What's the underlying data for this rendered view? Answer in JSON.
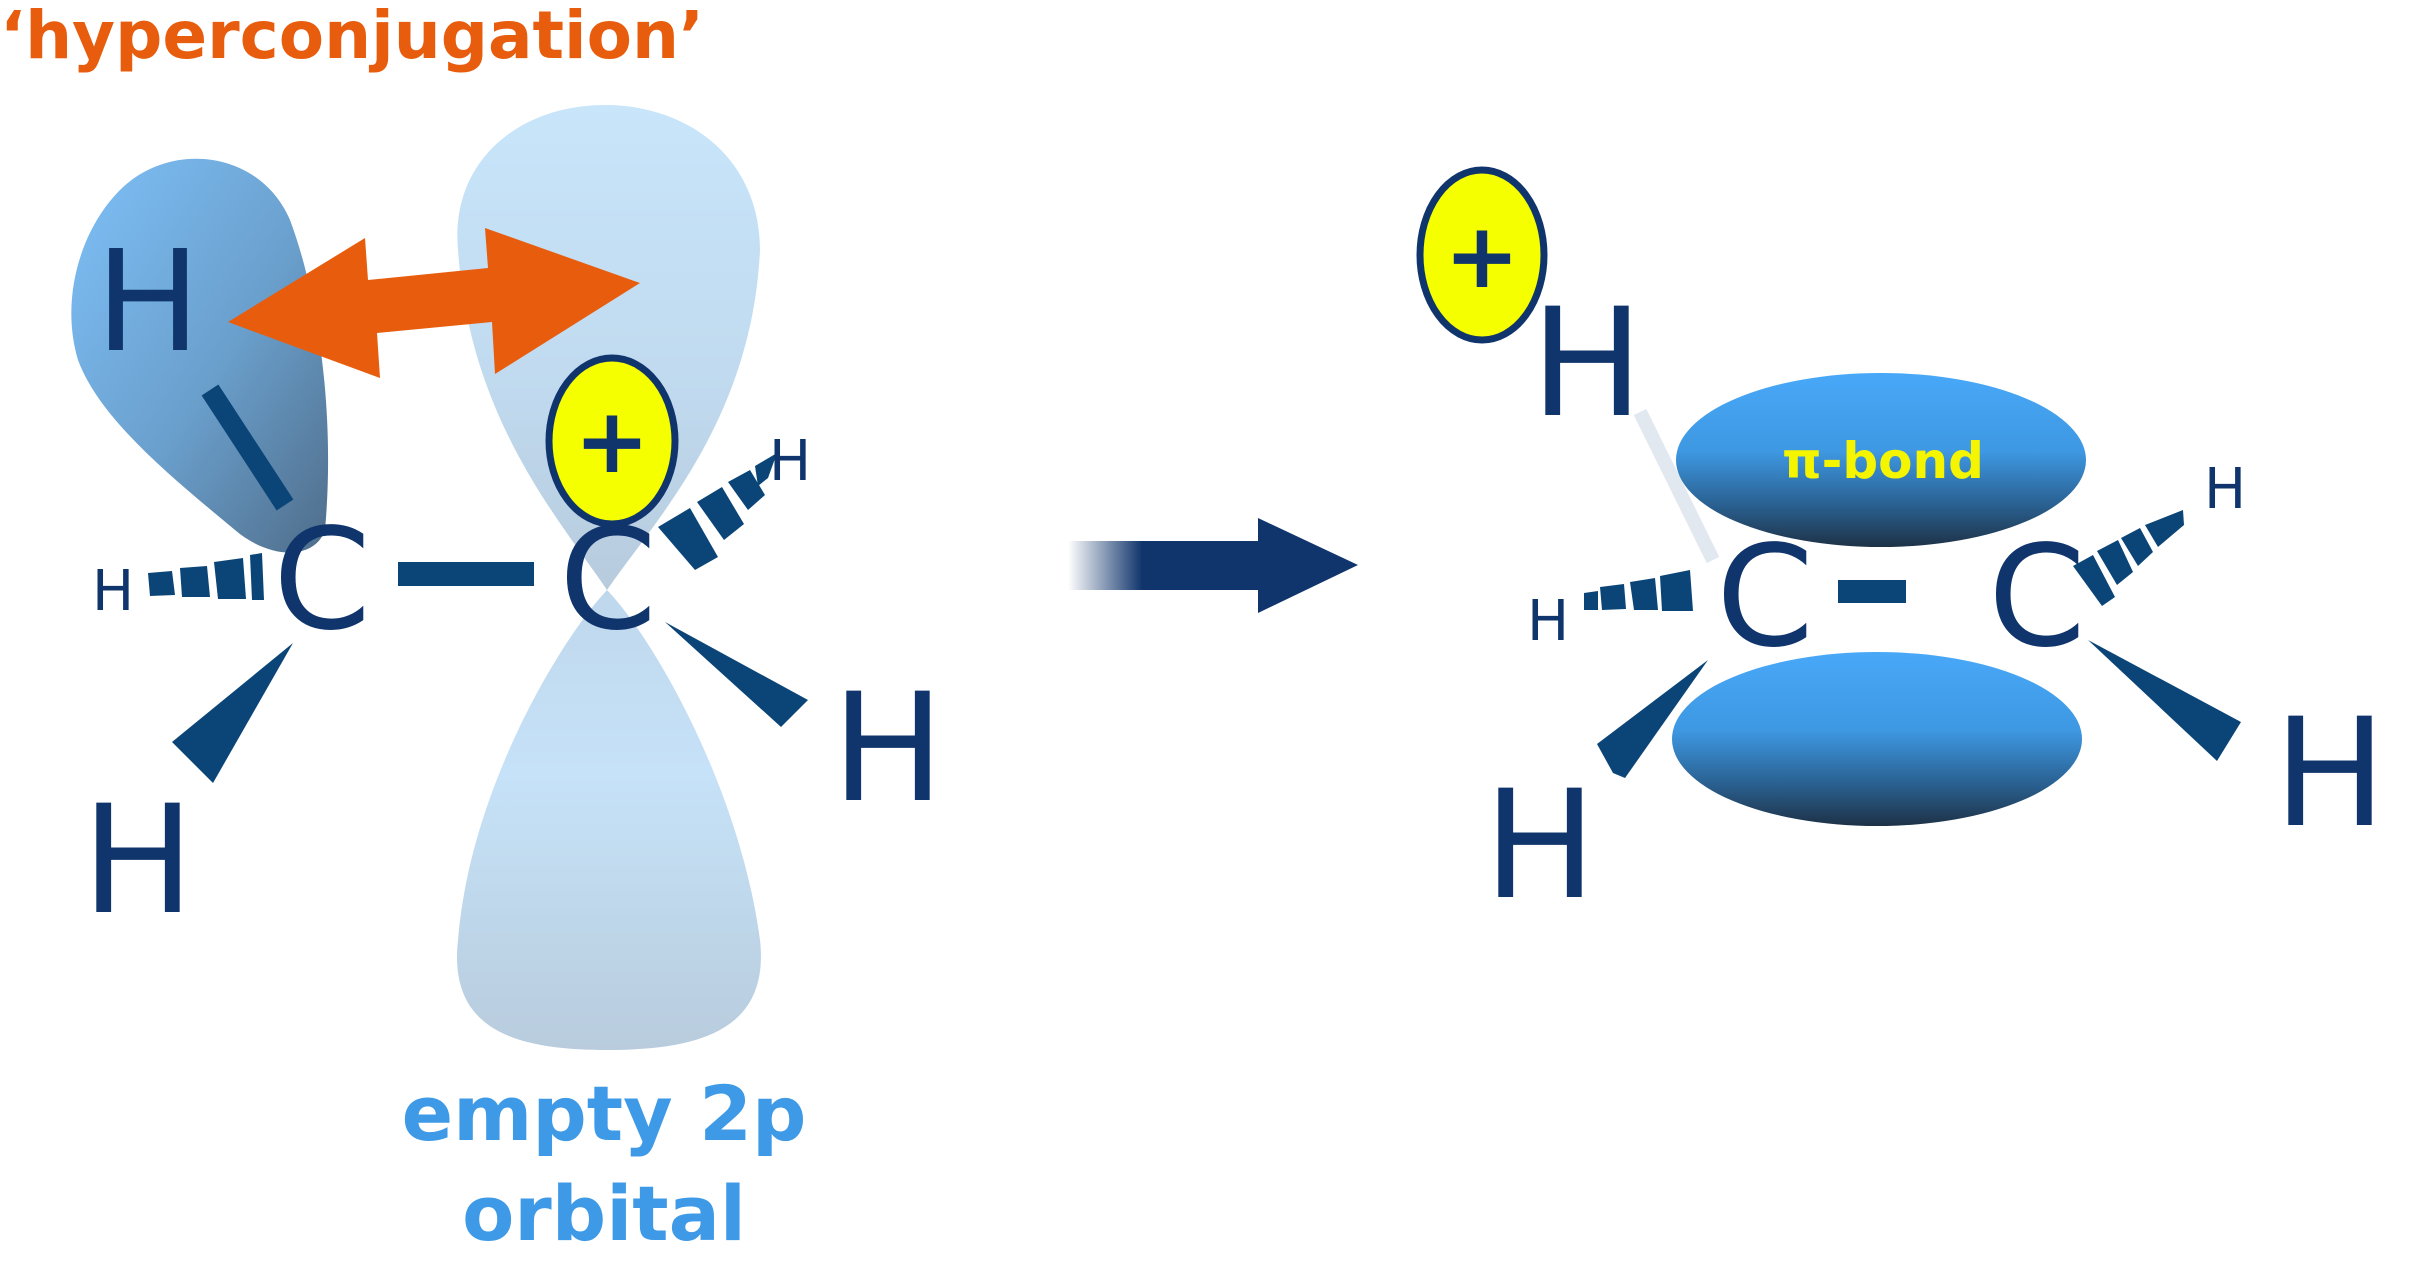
{
  "title": "‘hyperconjugation’",
  "colors": {
    "title": "#E85C0D",
    "atom": "#10356C",
    "bond": "#0B4577",
    "orbital_2p": "#C5E2F8",
    "h_orbital": "#6FAEE0",
    "pi_bond": "#3E9AE6",
    "plus_fill": "#F5FF00",
    "label_blue": "#3E9AE6",
    "pi_label": "#F5F500",
    "arrow": "#10356C"
  },
  "left_structure": {
    "atoms": {
      "c1": "C",
      "c2": "C",
      "h_top": "H",
      "h_left_small": "H",
      "h_bottom_left": "H",
      "h_right_small": "H",
      "h_bottom_right": "H"
    },
    "charge": "+",
    "orbital_label_line1": "empty 2p",
    "orbital_label_line2": "orbital"
  },
  "reaction_arrow": "right-arrow",
  "right_structure": {
    "atoms": {
      "c1": "C",
      "c2": "C",
      "h_proton": "H",
      "h_left_small": "H",
      "h_bottom_left": "H",
      "h_right_small": "H",
      "h_bottom_right": "H"
    },
    "charge": "+",
    "pi_label": "π-bond"
  }
}
